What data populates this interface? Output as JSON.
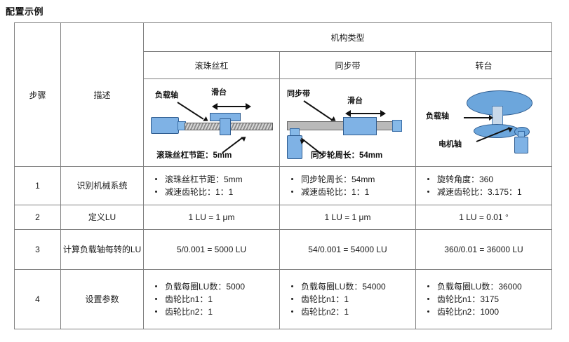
{
  "title": "配置示例",
  "table": {
    "headers": {
      "step": "步骤",
      "desc": "描述",
      "group": "机构类型",
      "mech": [
        "滚珠丝杠",
        "同步带",
        "转台"
      ]
    },
    "diagrams": {
      "ballscrew": {
        "label_load_axis": "负载轴",
        "label_slider": "滑台",
        "label_pitch": "滚珠丝杠节距：5mm"
      },
      "belt": {
        "label_belt": "同步带",
        "label_slider": "滑台",
        "label_circ": "同步轮周长：54mm"
      },
      "rotary": {
        "label_load_axis": "负载轴",
        "label_motor_axis": "电机轴"
      }
    },
    "rows": [
      {
        "step": "1",
        "desc": "识别机械系统",
        "type": "bullets",
        "cells": [
          [
            "滚珠丝杠节距：5mm",
            "减速齿轮比：1：1"
          ],
          [
            "同步轮周长：54mm",
            "减速齿轮比：1：1"
          ],
          [
            "旋转角度：360",
            "减速齿轮比：3.175：1"
          ]
        ]
      },
      {
        "step": "2",
        "desc": "定义LU",
        "type": "center",
        "cells": [
          "1 LU = 1 μm",
          "1 LU = 1 μm",
          "1 LU = 0.01 °"
        ]
      },
      {
        "step": "3",
        "desc": "计算负载轴每转的LU",
        "type": "center",
        "cells": [
          "5/0.001 = 5000 LU",
          "54/0.001 = 54000 LU",
          "360/0.01 = 36000 LU"
        ]
      },
      {
        "step": "4",
        "desc": "设置参数",
        "type": "bullets",
        "cells": [
          [
            "负载每圈LU数：5000",
            "齿轮比n1：1",
            "齿轮比n2：1"
          ],
          [
            "负载每圈LU数：54000",
            "齿轮比n1：1",
            "齿轮比n2：1"
          ],
          [
            "负载每圈LU数：36000",
            "齿轮比n1：3175",
            "齿轮比n2：1000"
          ]
        ]
      }
    ]
  },
  "colors": {
    "border": "#808080",
    "block_fill": "#7FB2E5",
    "block_stroke": "#2F5C8F",
    "table_fill": "#6CA6DC",
    "rail_fill": "#b9b9b9"
  }
}
